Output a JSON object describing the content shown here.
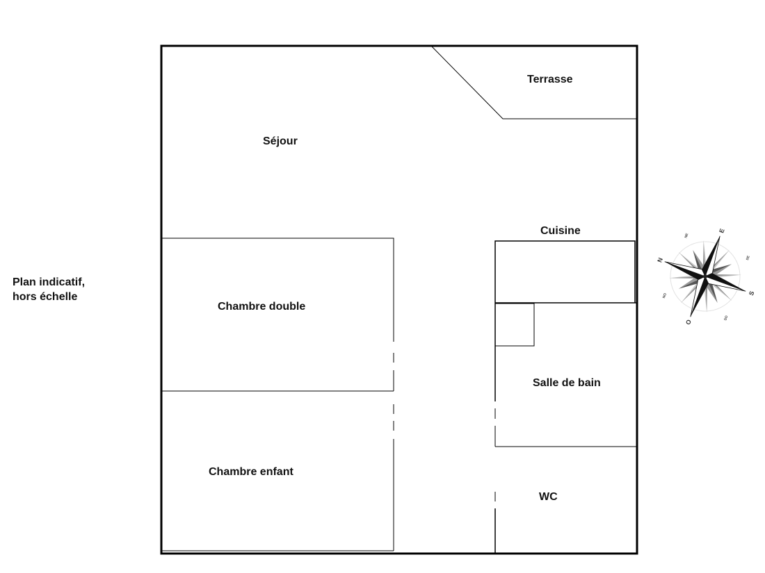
{
  "note": {
    "line1": "Plan indicatif,",
    "line2": "hors échelle"
  },
  "rooms": {
    "sejour": "Séjour",
    "terrasse": "Terrasse",
    "cuisine": "Cuisine",
    "chambre_double": "Chambre double",
    "chambre_enfant": "Chambre enfant",
    "salle_de_bain": "Salle de bain",
    "wc": "WC"
  },
  "compass": {
    "north": "N",
    "east": "E",
    "south": "S",
    "west": "O",
    "northeast": "NE",
    "southeast": "SE",
    "southwest": "SO",
    "northwest": "NO"
  },
  "colors": {
    "wall": "#000000",
    "text": "#111111"
  }
}
